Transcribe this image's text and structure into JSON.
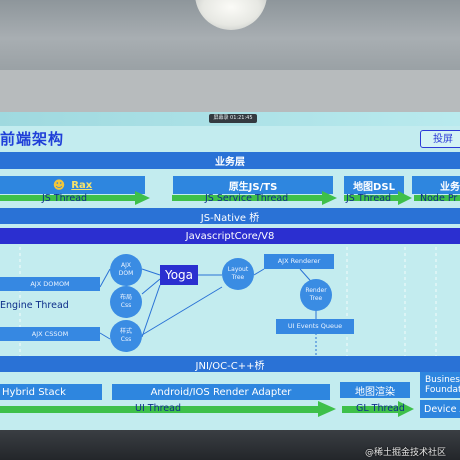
{
  "slide": {
    "title": "前端架构",
    "cast_button": "投屏",
    "top_indicator": "屏幕录 01:21:45",
    "business_layer": "业务层",
    "rax": "Rax",
    "native_jsts": "原生JS/TS",
    "map_dsl": "地图DSL",
    "business_right": "业务",
    "js_thread": "JS Thread",
    "js_service_thread": "JS Service Thread",
    "js_thread_2": "JS Thread",
    "node_pr": "Node Pr",
    "js_native_bridge": "JS-Native 桥",
    "javascriptcore": "JavascriptCore/V8",
    "ajx_domom": "AJX DOMOM",
    "engine_thread": "Engine Thread",
    "ajx_cssom": "AJX CSSOM",
    "circle_ajx_dom": "AJX\nDOM",
    "circle_layout_css": "布局\nCss",
    "circle_style_css": "样式\nCss",
    "yoga": "Yoga",
    "layout_tree": "Layout\nTree",
    "ajx_renderer": "AJX Renderer",
    "render_tree": "Render\nTree",
    "ui_events_queue": "UI Events Queue",
    "jni_bridge": "JNI/OC-C++桥",
    "hybrid_stack": "Hybrid Stack",
    "render_adapter": "Android/IOS Render Adapter",
    "map_render": "地图渲染",
    "business_foundation_1": "Busines",
    "business_foundation_2": "Foundati",
    "ui_thread": "UI Thread",
    "gl_thread": "GL Thread",
    "device_a": "Device A"
  },
  "watermark": "@稀土掘金技术社区",
  "colors": {
    "screen_bg": "#c3ecef",
    "bar_blue": "#2a72d6",
    "bar_navy": "#2b2fd0",
    "arrow_green": "#3ec04a",
    "title_blue": "#1f3fd8"
  }
}
